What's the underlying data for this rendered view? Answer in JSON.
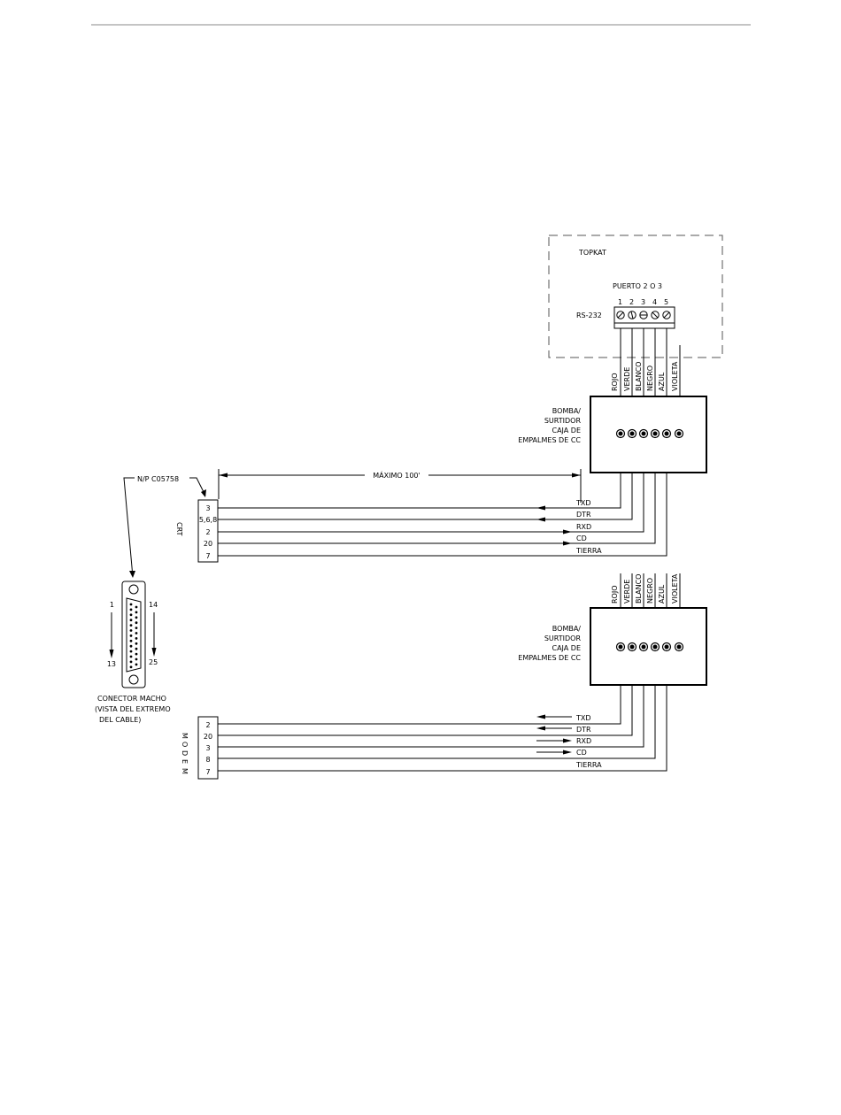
{
  "header": {
    "rule_color": "#888888"
  },
  "topkat": {
    "title": "TOPKAT",
    "port_label": "PUERTO 2 O 3",
    "terminal_numbers": [
      "1",
      "2",
      "3",
      "4",
      "5"
    ],
    "rs232_label": "RS-232"
  },
  "wire_colors": [
    "ROJO",
    "VERDE",
    "BLANCO",
    "NEGRO",
    "AZUL",
    "VIOLETA"
  ],
  "junction_box": {
    "label_lines": [
      "BOMBA/",
      "SURTIDOR",
      "CAJA DE",
      "EMPALMES DE CC"
    ]
  },
  "part_number": "N/P C05758",
  "max_length": "MÁXIMO 100'",
  "crt": {
    "side_label": "CRT",
    "pins": [
      "3",
      "5,6,8",
      "2",
      "20",
      "7"
    ],
    "signals": [
      "TXD",
      "DTR",
      "RXD",
      "CD",
      "TIERRA"
    ]
  },
  "modem": {
    "side_label": "MODEM",
    "pins": [
      "2",
      "20",
      "3",
      "8",
      "7"
    ],
    "signals": [
      "TXD",
      "DTR",
      "RXD",
      "CD",
      "TIERRA"
    ]
  },
  "connector": {
    "pin_1": "1",
    "pin_13": "13",
    "pin_14": "14",
    "pin_25": "25",
    "caption_lines": [
      "CONECTOR MACHO",
      "(VISTA DEL EXTREMO",
      "DEL CABLE)"
    ]
  }
}
